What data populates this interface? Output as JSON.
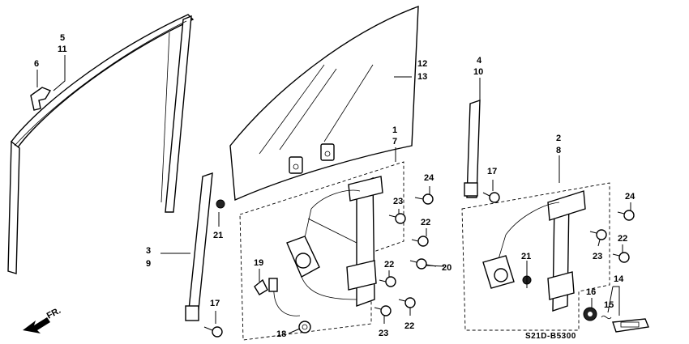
{
  "diagram": {
    "labels": {
      "l1": "1",
      "l2": "2",
      "l3": "3",
      "l4": "4",
      "l5": "5",
      "l6": "6",
      "l7": "7",
      "l8": "8",
      "l9": "9",
      "l10": "10",
      "l11": "11",
      "l12": "12",
      "l13": "13",
      "l14": "14",
      "l15": "15",
      "l16": "16",
      "l17a": "17",
      "l17b": "17",
      "l18": "18",
      "l19": "19",
      "l20": "20",
      "l21a": "21",
      "l21b": "21",
      "l22a": "22",
      "l22b": "22",
      "l22c": "22",
      "l22d": "22",
      "l23a": "23",
      "l23b": "23",
      "l23c": "23",
      "l24a": "24",
      "l24b": "24"
    },
    "front_marker": "FR.",
    "code": "S21D-B5300"
  }
}
